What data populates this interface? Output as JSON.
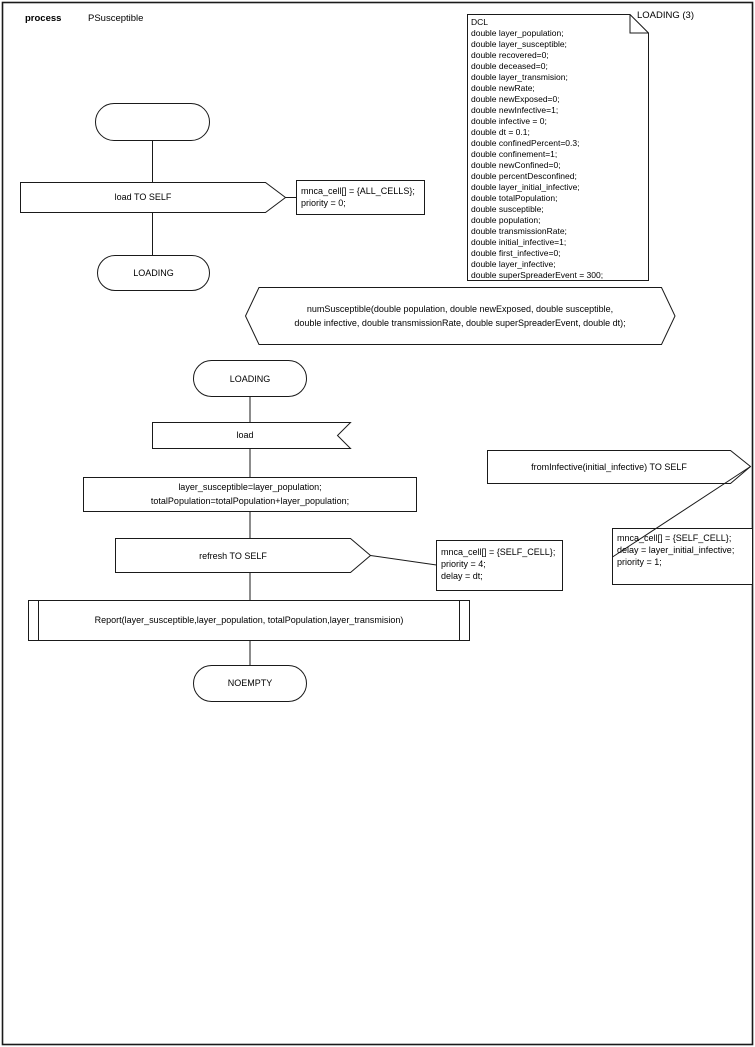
{
  "page": {
    "kind": "process",
    "name": "PSusceptible",
    "page_label": "LOADING (3)"
  },
  "declarations": {
    "lines": [
      "DCL",
      "double layer_population;",
      "double layer_susceptible;",
      "double recovered=0;",
      "double deceased=0;",
      "double layer_transmision;",
      "double newRate;",
      "double newExposed=0;",
      "double newInfective=1;",
      "double infective = 0;",
      "double dt = 0.1;",
      "double confinedPercent=0.3;",
      "double confinement=1;",
      "double newConfined=0;",
      "double percentDesconfined;",
      "double layer_initial_infective;",
      "double totalPopulation;",
      "double susceptible;",
      "double population;",
      "double transmissionRate;",
      "double initial_infective=1;",
      "double first_infective=0;",
      "double layer_infective;",
      "double superSpreaderEvent = 300;"
    ]
  },
  "symbols": {
    "output_load": {
      "label": "load TO SELF"
    },
    "comment_load": {
      "lines": [
        "mnca_cell[] = {ALL_CELLS};",
        "priority = 0;"
      ]
    },
    "state_loading_next": {
      "label": "LOADING"
    },
    "procedure_decl": {
      "lines": [
        "numSusceptible(double population, double newExposed, double susceptible,",
        "double infective, double transmissionRate, double superSpreaderEvent, double dt);"
      ]
    },
    "state_loading": {
      "label": "LOADING"
    },
    "input_load": {
      "label": "load"
    },
    "task_assign": {
      "lines": [
        "layer_susceptible=layer_population;",
        "totalPopulation=totalPopulation+layer_population;"
      ]
    },
    "output_refresh": {
      "label": "refresh TO SELF"
    },
    "comment_refresh": {
      "lines": [
        "mnca_cell[] = {SELF_CELL};",
        "priority = 4;",
        "delay = dt;"
      ]
    },
    "output_frominfective": {
      "label": "fromInfective(initial_infective) TO SELF"
    },
    "comment_frominfective": {
      "lines": [
        "mnca_cell[] = {SELF_CELL};",
        "delay = layer_initial_infective;",
        "priority = 1;"
      ]
    },
    "procedure_call": {
      "label": "Report(layer_susceptible,layer_population, totalPopulation,layer_transmision)"
    },
    "state_noempty": {
      "label": "NOEMPTY"
    }
  }
}
